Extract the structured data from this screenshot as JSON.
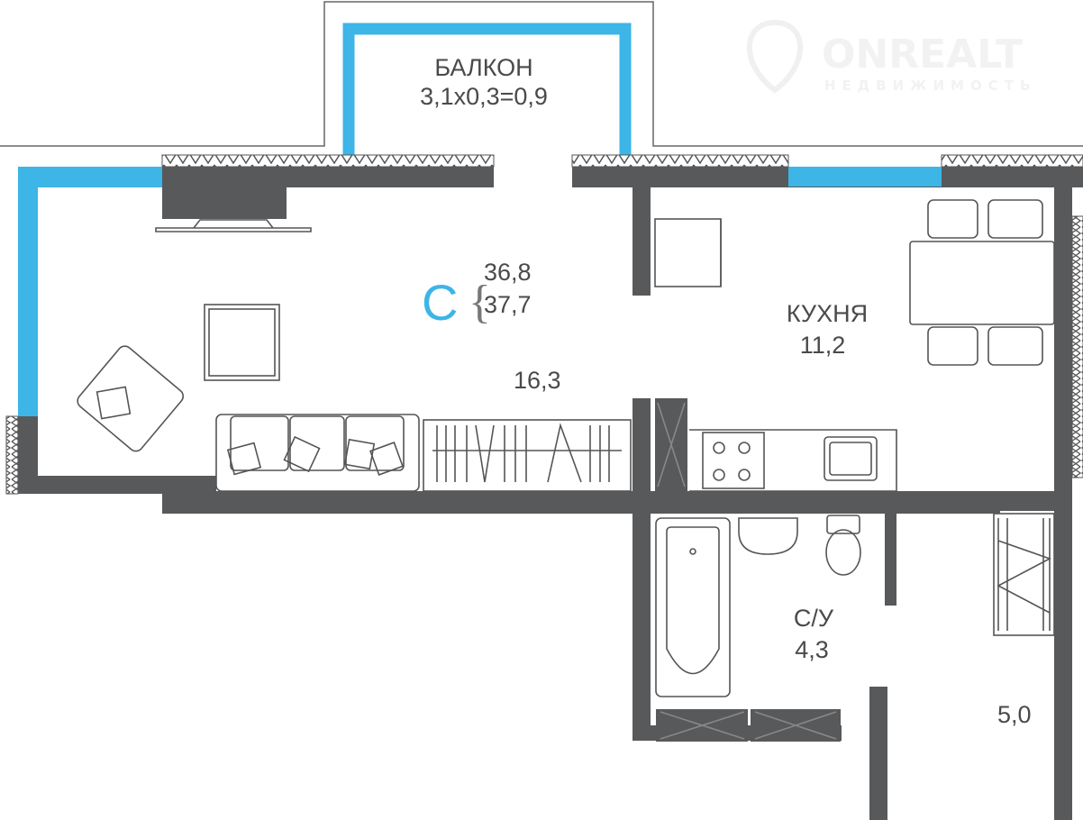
{
  "watermark": {
    "brand": "ONREALT",
    "subtitle": "НЕДВИЖИМОСТЬ"
  },
  "apartment": {
    "type_letter": "C",
    "area_living_total": "36,8",
    "area_total": "37,7"
  },
  "rooms": {
    "balcony": {
      "name": "БАЛКОН",
      "dims": "3,1x0,3=0,9"
    },
    "living": {
      "area": "16,3"
    },
    "kitchen": {
      "name": "КУХНЯ",
      "area": "11,2"
    },
    "bathroom": {
      "name": "С/У",
      "area": "4,3"
    },
    "hall": {
      "area": "5,0"
    }
  },
  "colors": {
    "wall": "#58595b",
    "window": "#3db5e6",
    "accent": "#3db5e6"
  }
}
